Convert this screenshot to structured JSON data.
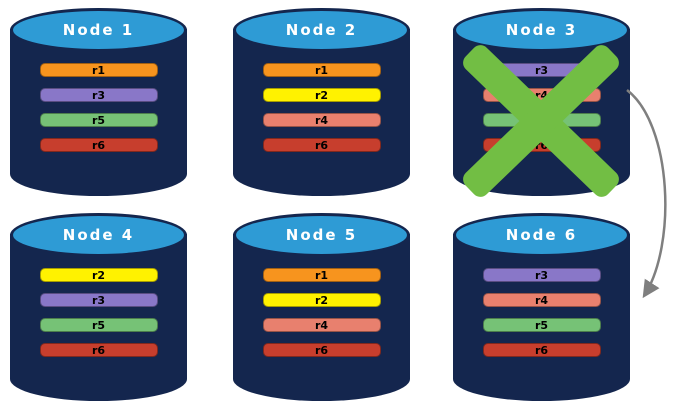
{
  "palette": {
    "page-bg": "#FFFFFF",
    "cyl-body": "#14264E",
    "cyl-top": "#2E9BD5",
    "bar-text": "#000000"
  },
  "diagram": {
    "nodes": [
      {
        "title": "Node 1",
        "bars": [
          {
            "label": "r1",
            "color": "#F7941E"
          },
          {
            "label": "r3",
            "color": "#8977C8"
          },
          {
            "label": "r5",
            "color": "#76C276"
          },
          {
            "label": "r6",
            "color": "#C73E2D"
          }
        ]
      },
      {
        "title": "Node 2",
        "bars": [
          {
            "label": "r1",
            "color": "#F7941E"
          },
          {
            "label": "r2",
            "color": "#FFF200"
          },
          {
            "label": "r4",
            "color": "#E8806E"
          },
          {
            "label": "r6",
            "color": "#C73E2D"
          }
        ]
      },
      {
        "title": "Node 3",
        "bars": [
          {
            "label": "r3",
            "color": "#8977C8"
          },
          {
            "label": "r4",
            "color": "#E8806E"
          },
          {
            "label": "r5",
            "color": "#76C276"
          },
          {
            "label": "r6",
            "color": "#C73E2D"
          }
        ]
      },
      {
        "title": "Node 4",
        "bars": [
          {
            "label": "r2",
            "color": "#FFF200"
          },
          {
            "label": "r3",
            "color": "#8977C8"
          },
          {
            "label": "r5",
            "color": "#76C276"
          },
          {
            "label": "r6",
            "color": "#C73E2D"
          }
        ]
      },
      {
        "title": "Node 5",
        "bars": [
          {
            "label": "r1",
            "color": "#F7941E"
          },
          {
            "label": "r2",
            "color": "#FFF200"
          },
          {
            "label": "r4",
            "color": "#E8806E"
          },
          {
            "label": "r6",
            "color": "#C73E2D"
          }
        ]
      },
      {
        "title": "Node 6",
        "bars": [
          {
            "label": "r3",
            "color": "#8977C8"
          },
          {
            "label": "r4",
            "color": "#E8806E"
          },
          {
            "label": "r5",
            "color": "#76C276"
          },
          {
            "label": "r6",
            "color": "#C73E2D"
          }
        ]
      }
    ],
    "failure": {
      "node": "Node 3",
      "x_color": "#72BE44"
    },
    "arrow": {
      "color": "#7F7F7F"
    }
  }
}
